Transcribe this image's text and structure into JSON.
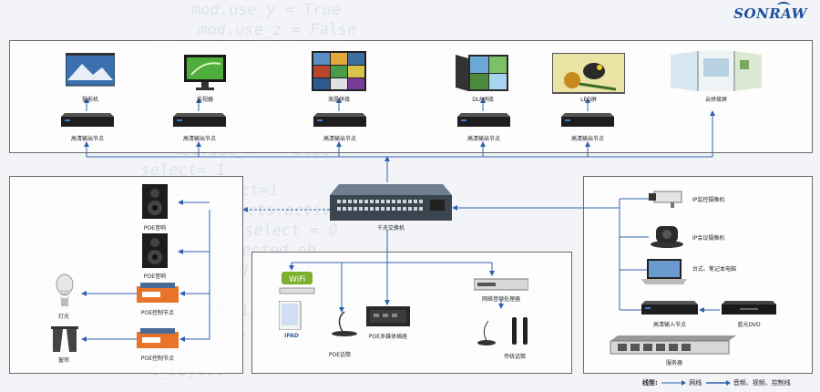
{
  "brand": "SONRAW",
  "top": {
    "displays": [
      {
        "label": "投影机"
      },
      {
        "label": "监视器"
      },
      {
        "label": "液晶拼接"
      },
      {
        "label": "DLP拼接"
      },
      {
        "label": "LED屏"
      },
      {
        "label": "云拼接屏"
      }
    ],
    "output_node_label": "高清输出节点"
  },
  "switch": {
    "label": "千兆交换机"
  },
  "left": {
    "speaker1": "POE音响",
    "speaker2": "POE音响",
    "ctrl1": "POE控制节点",
    "ctrl2": "POE控制节点",
    "light": "灯光",
    "curtain": "窗帘"
  },
  "center": {
    "ipad": "IPAD",
    "poe_mic": "POE话筒",
    "poe_box": "POE多媒体插座",
    "audio_proc": "网络音频处理器",
    "trad_mic": "传统话筒"
  },
  "right": {
    "ipcam": "IP监控摄像机",
    "confcam": "IP会议摄像机",
    "pc": "台式、笔记本电脑",
    "input_node": "高清输入节点",
    "dvd": "蓝光DVD",
    "server": "服务器"
  },
  "legend": {
    "title": "线型:",
    "net": "网线",
    "av": "音频、视频、控制线"
  },
  "colors": {
    "wire": "#2f62b0",
    "panel_border": "#6a6a6a",
    "brand": "#1c4f9c"
  }
}
